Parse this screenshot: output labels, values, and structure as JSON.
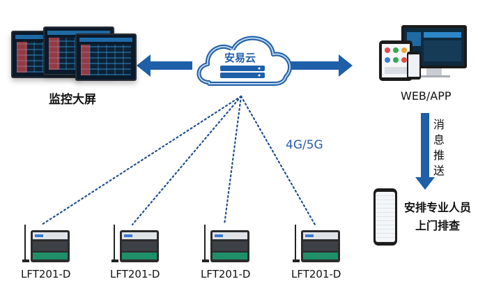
{
  "cloud": {
    "label": "安易云"
  },
  "left_node": {
    "label": "监控大屏"
  },
  "right_node": {
    "label": "WEB/APP"
  },
  "network": {
    "label": "4G/5G"
  },
  "push": {
    "label_chars": [
      "消",
      "息",
      "推",
      "送"
    ]
  },
  "dispatch": {
    "line1": "安排专业人员",
    "line2": "上门排查"
  },
  "devices": [
    {
      "label": "LFT201-D"
    },
    {
      "label": "LFT201-D"
    },
    {
      "label": "LFT201-D"
    },
    {
      "label": "LFT201-D"
    }
  ],
  "colors": {
    "arrow": "#1f5fa8",
    "cloud_stroke": "#1f5fa8",
    "network_text": "#2b5ea7",
    "dotted_line": "#1f4f8f"
  }
}
